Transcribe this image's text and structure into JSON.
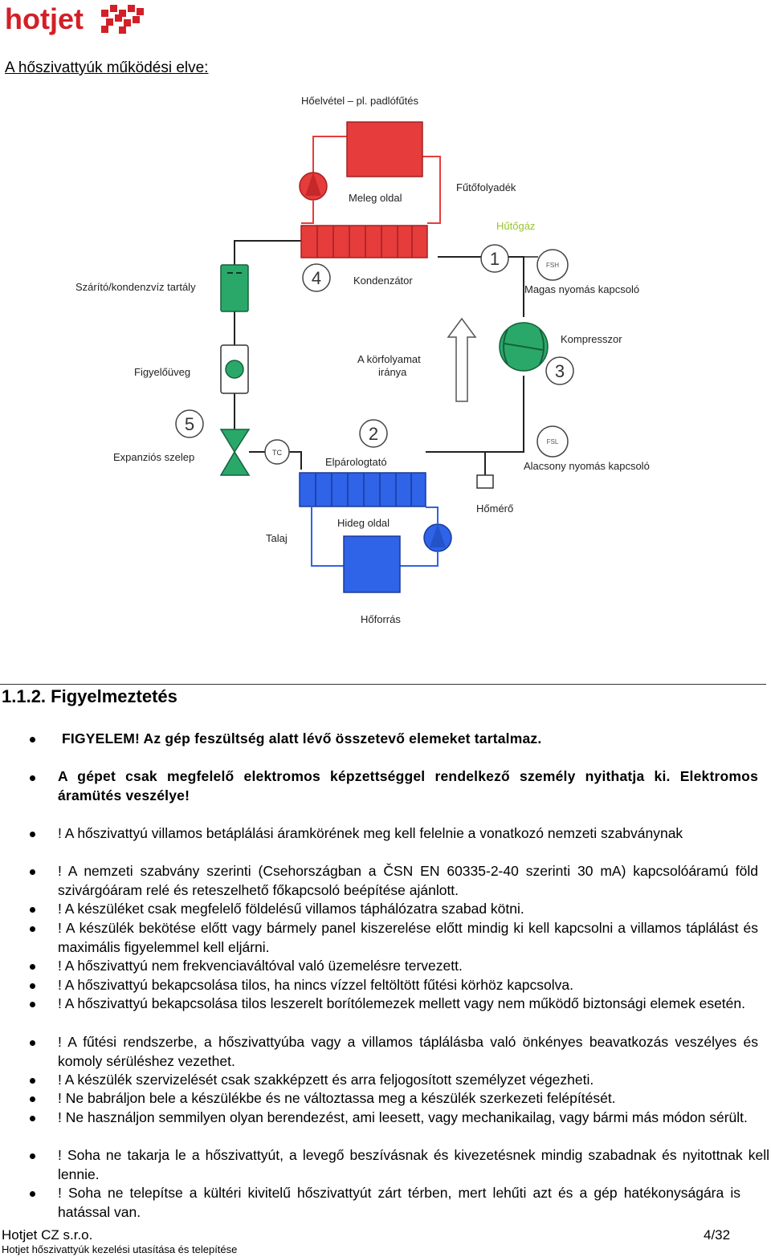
{
  "header": {
    "logo_text": "hotjet"
  },
  "section_title": "A hőszivattyúk működési elve:",
  "diagram": {
    "labels": {
      "heat_output": "Hőelvétel – pl. padlófűtés",
      "warm_side": "Meleg oldal",
      "heating_fluid": "Fűtőfolyadék",
      "refrigerant_gas": "Hűtőgáz",
      "dryer": "Szárító/kondenzvíz tartály",
      "condenser": "Kondenzátor",
      "high_pressure_switch": "Magas nyomás kapcsoló",
      "compressor": "Kompresszor",
      "sight_glass": "Figyelőüveg",
      "circulation_dir": "A körfolyamat",
      "circulation_dir2": "iránya",
      "expansion_valve": "Expanziós szelep",
      "evaporator": "Elpárologtató",
      "low_pressure_switch": "Alacsony nyomás kapcsoló",
      "thermometer": "Hőmérő",
      "ground": "Talaj",
      "cold_side": "Hideg oldal",
      "heat_source": "Hőforrás",
      "n1": "1",
      "n2": "2",
      "n3": "3",
      "n4": "4",
      "n5": "5",
      "tc": "TC",
      "fsh": "FSH",
      "fsl": "FSL"
    },
    "colors": {
      "red": "#e63c3c",
      "blue": "#2f63e8",
      "green": "#2aa86a",
      "gas_label": "#9ac32e"
    }
  },
  "warning_heading": "1.1.2. Figyelmeztetés",
  "warnings": [
    "FIGYELEM! Az gép feszültség alatt lévő összetevő elemeket tartalmaz.",
    "A gépet csak megfelelő elektromos képzettséggel rendelkező személy nyithatja ki. Elektromos áramütés veszélye!",
    "! A hőszivattyú villamos betáplálási áramkörének meg kell felelnie a vonatkozó nemzeti szabványnak",
    "! A nemzeti szabvány szerinti (Csehországban a ČSN EN 60335-2-40 szerinti 30 mA) kapcsolóáramú föld szivárgóáram relé és reteszelhető főkapcsoló beépítése ajánlott.",
    "! A készüléket csak megfelelő földelésű villamos táphálózatra szabad kötni.",
    "! A készülék bekötése előtt vagy bármely panel kiszerelése előtt mindig ki kell kapcsolni a villamos táplálást és maximális figyelemmel kell eljárni.",
    "! A hőszivattyú nem frekvenciaváltóval való üzemelésre tervezett.",
    "! A hőszivattyú bekapcsolása tilos, ha nincs vízzel feltöltött fűtési körhöz kapcsolva.",
    "! A hőszivattyú bekapcsolása tilos leszerelt borítólemezek mellett vagy nem működő biztonsági elemek esetén.",
    "! A fűtési rendszerbe, a hőszivattyúba vagy a villamos táplálásba való önkényes beavatkozás veszélyes és komoly sérüléshez vezethet.",
    "! A készülék szervizelését csak szakképzett és arra feljogosított személyzet végezheti.",
    "! Ne babráljon bele a készülékbe és ne változtassa meg a készülék szerkezeti felépítését.",
    "! Ne használjon semmilyen olyan berendezést, ami leesett, vagy mechanikailag, vagy bármi más módon sérült.",
    "! Soha ne takarja le a hőszivattyút, a levegő beszívásnak és kivezetésnek mindig szabadnak és nyitottnak kell lennie.",
    "! Soha ne telepítse a kültéri kivitelű hőszivattyút zárt térben, mert lehűti azt és a gép hatékonyságára is hatással van."
  ],
  "footer": {
    "company": "Hotjet CZ s.r.o.",
    "doc_title": "Hotjet hőszivattyúk kezelési utasítása és telepítése",
    "page": "4/32"
  }
}
